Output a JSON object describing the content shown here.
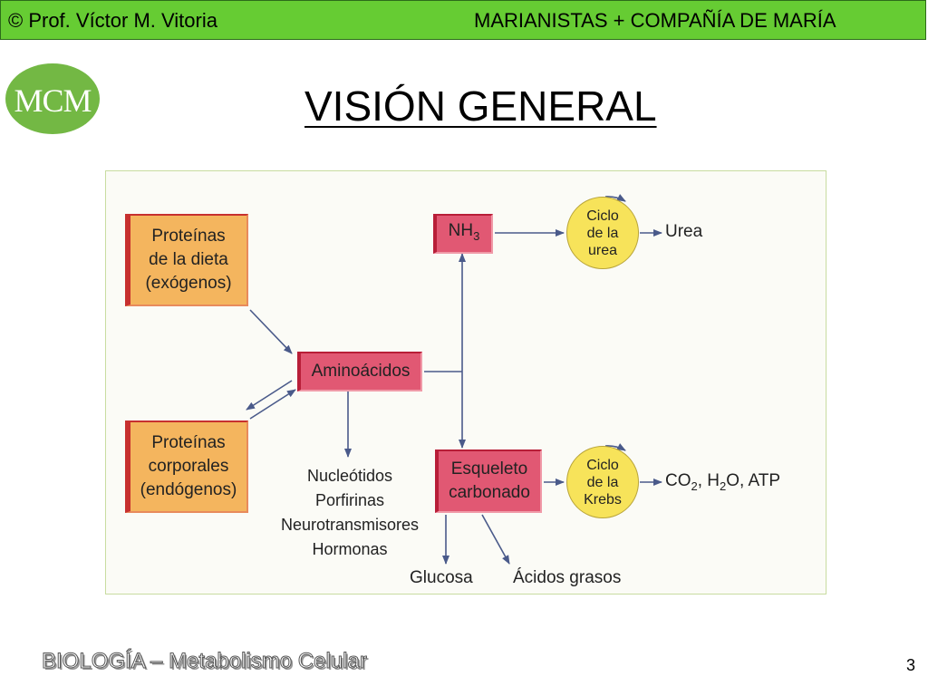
{
  "header": {
    "left": "© Prof. Víctor M. Vitoria",
    "right": "MARIANISTAS + COMPAÑÍA DE MARÍA"
  },
  "logo": {
    "text": "MCM",
    "color": "#73b844"
  },
  "title": "VISIÓN GENERAL",
  "diagram": {
    "proteinas_dieta": [
      "Proteínas",
      "de la dieta",
      "(exógenos)"
    ],
    "proteinas_corporales": [
      "Proteínas",
      "corporales",
      "(endógenos)"
    ],
    "aminoacidos": "Aminoácidos",
    "nh3": {
      "base": "NH",
      "sub": "3"
    },
    "esqueleto": [
      "Esqueleto",
      "carbonado"
    ],
    "ciclo_urea": [
      "Ciclo",
      "de la",
      "urea"
    ],
    "ciclo_krebs": [
      "Ciclo",
      "de la",
      "Krebs"
    ],
    "urea": "Urea",
    "krebs_products": {
      "a": "CO",
      "a_sub": "2",
      "b": ", H",
      "b_sub": "2",
      "c": "O, ATP"
    },
    "derivados": [
      "Nucleótidos",
      "Porfirinas",
      "Neurotransmisores",
      "Hormonas"
    ],
    "glucosa": "Glucosa",
    "acidos_grasos": "Ácidos grasos",
    "colors": {
      "orange": "#f4b55e",
      "red": "#e15873",
      "yellow": "#f7e35a",
      "border_red": "#c7302f",
      "arrow": "#4a5a8a"
    }
  },
  "footer": {
    "subject": "BIOLOGÍA – Metabolismo Celular",
    "page": "3"
  },
  "header_color": "#66cc33"
}
